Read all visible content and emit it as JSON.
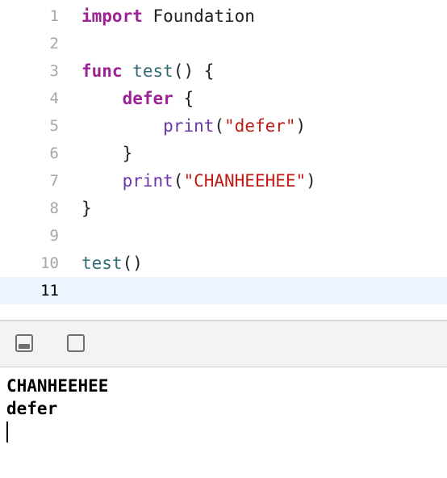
{
  "editor": {
    "current_line": 11,
    "lines": [
      {
        "n": "1",
        "tokens": [
          {
            "t": "import",
            "c": "kw"
          },
          {
            "t": " Foundation",
            "c": ""
          }
        ]
      },
      {
        "n": "2",
        "tokens": []
      },
      {
        "n": "3",
        "tokens": [
          {
            "t": "func",
            "c": "kw"
          },
          {
            "t": " ",
            "c": ""
          },
          {
            "t": "test",
            "c": "fn"
          },
          {
            "t": "() {",
            "c": ""
          }
        ]
      },
      {
        "n": "4",
        "tokens": [
          {
            "t": "    ",
            "c": ""
          },
          {
            "t": "defer",
            "c": "kw"
          },
          {
            "t": " {",
            "c": ""
          }
        ]
      },
      {
        "n": "5",
        "tokens": [
          {
            "t": "        ",
            "c": ""
          },
          {
            "t": "print",
            "c": "pf"
          },
          {
            "t": "(",
            "c": ""
          },
          {
            "t": "\"defer\"",
            "c": "st"
          },
          {
            "t": ")",
            "c": ""
          }
        ]
      },
      {
        "n": "6",
        "tokens": [
          {
            "t": "    }",
            "c": ""
          }
        ]
      },
      {
        "n": "7",
        "tokens": [
          {
            "t": "    ",
            "c": ""
          },
          {
            "t": "print",
            "c": "pf"
          },
          {
            "t": "(",
            "c": ""
          },
          {
            "t": "\"CHANHEEHEE\"",
            "c": "st"
          },
          {
            "t": ")",
            "c": ""
          }
        ]
      },
      {
        "n": "8",
        "tokens": [
          {
            "t": "}",
            "c": ""
          }
        ]
      },
      {
        "n": "9",
        "tokens": []
      },
      {
        "n": "10",
        "tokens": [
          {
            "t": "test",
            "c": "fn"
          },
          {
            "t": "()",
            "c": ""
          }
        ]
      },
      {
        "n": "11",
        "tokens": []
      }
    ]
  },
  "toolbar": {
    "buttons": [
      {
        "name": "hide-debug-area-icon"
      },
      {
        "name": "show-console-icon"
      }
    ]
  },
  "console": {
    "output": [
      "CHANHEEHEE",
      "defer"
    ]
  },
  "colors": {
    "keyword": "#9b2393",
    "function": "#326d74",
    "builtin": "#6c36a9",
    "string": "#c41a16",
    "current_line_bg": "#ecf5ff"
  }
}
